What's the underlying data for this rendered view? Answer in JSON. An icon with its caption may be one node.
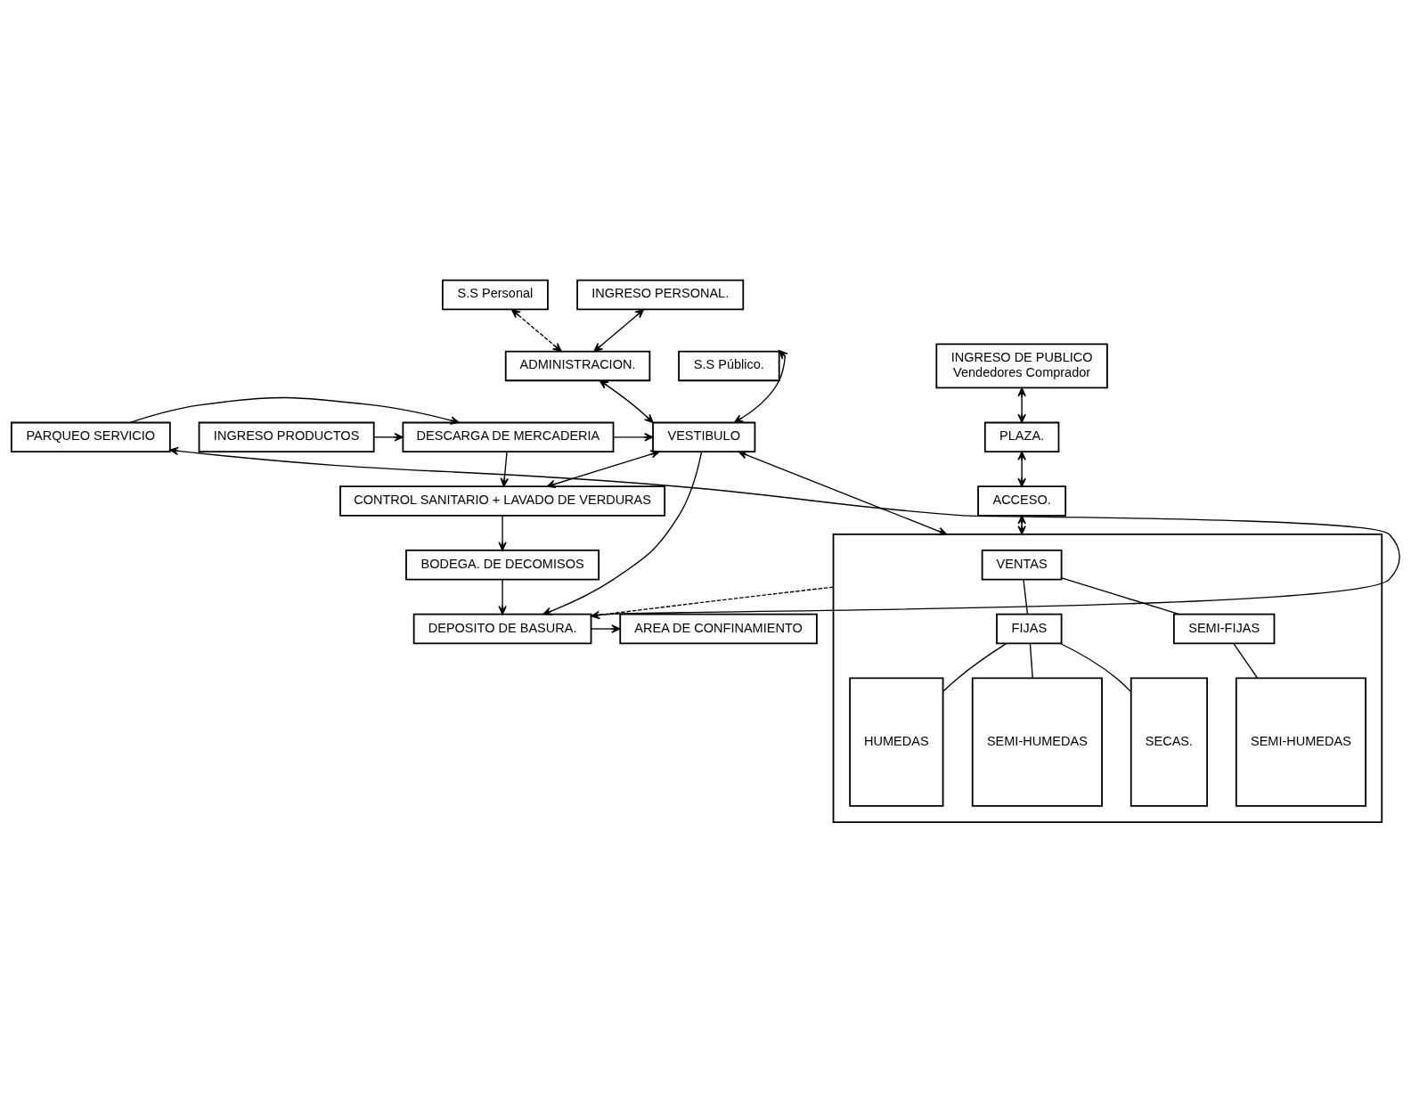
{
  "diagram": {
    "nodes": [
      {
        "text": [
          "S.S Público."
        ]
      },
      {
        "text": [
          "S.S Personal"
        ]
      },
      {
        "text": [
          "INGRESO PERSONAL."
        ]
      },
      {
        "text": [
          "ADMINISTRACION."
        ]
      },
      {
        "text": [
          "INGRESO DE PUBLICO",
          "Vendedores Comprador"
        ]
      },
      {
        "text": [
          "PLAZA."
        ]
      },
      {
        "text": [
          "ACCESO."
        ]
      },
      {
        "text": [
          "INGRESO PRODUCTOS"
        ]
      },
      {
        "text": [
          "DESCARGA DE MERCADERIA"
        ]
      },
      {
        "text": [
          "VESTIBULO"
        ]
      },
      {
        "text": [],
        "shape": "box"
      },
      {
        "text": [
          "VENTAS"
        ],
        "in": 10
      },
      {
        "text": [
          "PARQUEO SERVICIO"
        ]
      },
      {
        "text": [
          "FIJAS"
        ],
        "in": 10
      },
      {
        "text": [
          "SEMI-FIJAS"
        ],
        "in": 10
      },
      {
        "text": [
          "CONTROL SANITARIO + LAVADO DE VERDURAS"
        ]
      },
      {
        "text": [
          "HUMEDAS"
        ],
        "in": 10
      },
      {
        "text": [
          "SEMI-HUMEDAS"
        ],
        "in": 10
      },
      {
        "text": [
          "SECAS."
        ],
        "in": 10
      },
      {
        "text": [
          "SEMI-HUMEDAS"
        ],
        "in": 10
      },
      {
        "text": [
          "BODEGA. DE DECOMISOS"
        ]
      },
      {
        "text": [
          "AREA DE CONFINAMIENTO"
        ]
      },
      {
        "text": [
          "DEPOSITO DE BASURA."
        ]
      }
    ],
    "edges": [
      {
        "from": 4,
        "to": 5,
        "arrow": "both"
      },
      {
        "from": 5,
        "to": 6,
        "arrow": "both"
      },
      {
        "from": 6,
        "to": 10,
        "arrow": "both"
      },
      {
        "from": 2,
        "to": 3,
        "arrow": "both"
      },
      {
        "from": 1,
        "to": 3,
        "arrow": "both",
        "style": "dashed"
      },
      {
        "from": 3,
        "to": 9,
        "arrow": "both"
      },
      {
        "from": 9,
        "to": 0,
        "arrow": "both"
      },
      {
        "from": 7,
        "to": 8,
        "arrow": "to"
      },
      {
        "from": 12,
        "to": 8,
        "arrow": "to"
      },
      {
        "from": 8,
        "to": 9,
        "arrow": "to"
      },
      {
        "from": 9,
        "to": 10,
        "arrow": "both"
      },
      {
        "from": 8,
        "to": 15,
        "arrow": "to"
      },
      {
        "from": 9,
        "to": 15,
        "arrow": "both"
      },
      {
        "from": 15,
        "to": 20,
        "arrow": "to"
      },
      {
        "from": 20,
        "to": 22,
        "arrow": "to"
      },
      {
        "from": 22,
        "to": 21,
        "arrow": "to"
      },
      {
        "from": 22,
        "to": 12,
        "arrow": "to"
      },
      {
        "from": 9,
        "to": 22,
        "arrow": "to"
      },
      {
        "from": 10,
        "to": 22,
        "arrow": "to",
        "style": "dashed"
      },
      {
        "from": 11,
        "to": 13,
        "arrow": "none"
      },
      {
        "from": 11,
        "to": 14,
        "arrow": "none"
      },
      {
        "from": 13,
        "to": 16,
        "arrow": "none"
      },
      {
        "from": 13,
        "to": 17,
        "arrow": "none"
      },
      {
        "from": 13,
        "to": 18,
        "arrow": "none"
      },
      {
        "from": 14,
        "to": 19,
        "arrow": "none"
      }
    ]
  }
}
